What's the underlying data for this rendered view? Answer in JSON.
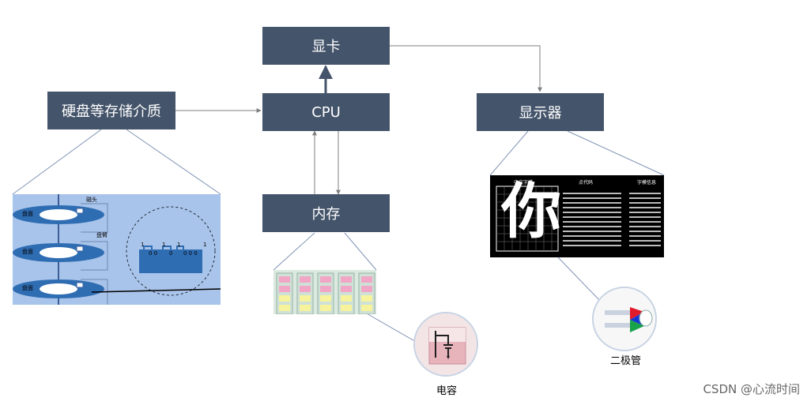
{
  "boxes": {
    "gpu": "显卡",
    "cpu": "CPU",
    "display": "显示器",
    "storage": "硬盘等存储介质",
    "memory": "内存"
  },
  "labels": {
    "capacitor": "电容",
    "diode": "二极管",
    "watermark": "CSDN @心流时间"
  },
  "disk_panel": {
    "platter_label": "盘面",
    "head_label": "磁头",
    "arm_label": "盘臂",
    "bits": [
      "1",
      "0 0",
      "1",
      "0",
      "1",
      "0 0 0",
      "1"
    ]
  },
  "font_panel": {
    "col1": "中文字模",
    "col2": "点代码",
    "col3": "字模信息",
    "glyph": "你"
  },
  "colors": {
    "box_fill": "#44546a",
    "disk_panel": "#a9c4ea",
    "platter": "#2f6db3"
  }
}
